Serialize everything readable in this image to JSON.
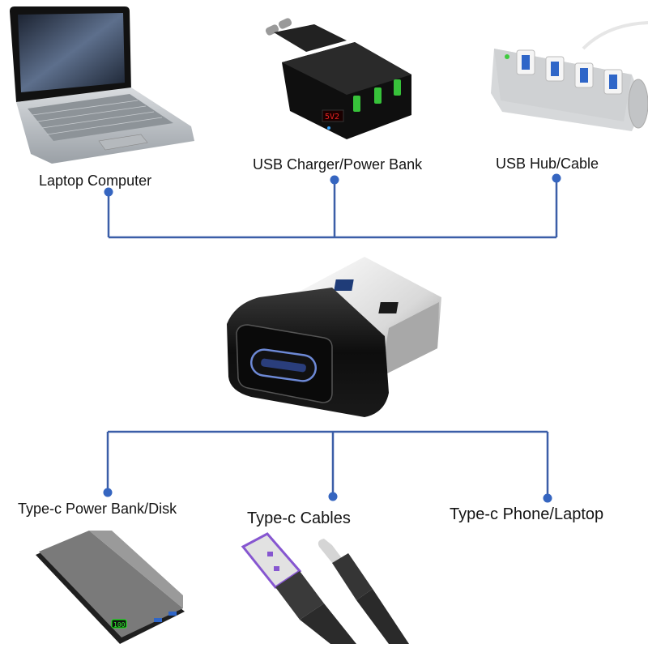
{
  "diagram": {
    "center_device": {
      "name": "USB-A male to Type-C female adapter",
      "icon": "usb-to-type-c-adapter"
    },
    "colors": {
      "connector_line": "#3b5ea8",
      "connector_dot": "#3565c0",
      "background": "#ffffff"
    },
    "top_group": [
      {
        "label": "Laptop Computer",
        "icon": "laptop-icon"
      },
      {
        "label": "USB Charger/Power Bank",
        "icon": "usb-charger-icon"
      },
      {
        "label": "USB Hub/Cable",
        "icon": "usb-hub-icon"
      }
    ],
    "bottom_group": [
      {
        "label": "Type-c Power Bank/Disk",
        "icon": "power-bank-icon",
        "display_reading": "100"
      },
      {
        "label": "Type-c Cables",
        "icon": "type-c-cable-icon"
      },
      {
        "label": "Type-c Phone/Laptop",
        "icon": "phone-laptop"
      }
    ]
  }
}
